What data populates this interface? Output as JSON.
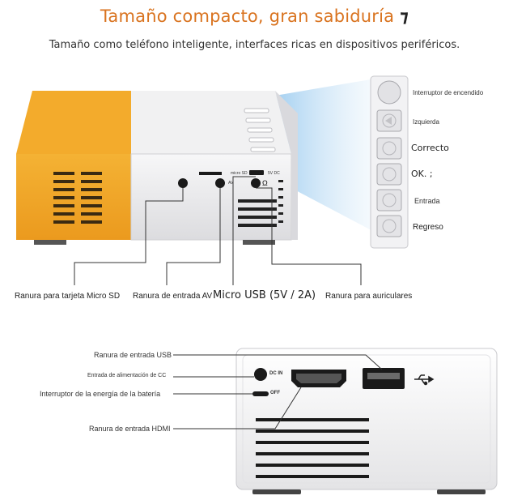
{
  "header": {
    "title": "Tamaño compacto, gran sabiduría",
    "subtitle": "Tamaño como teléfono inteligente, interfaces ricas en dispositivos periféricos."
  },
  "top_view": {
    "port_labels": {
      "micro_sd": "micro SD",
      "av": "AV",
      "dc": "5V DC"
    },
    "callouts": {
      "micro_sd_slot": "Ranura para tarjeta Micro SD",
      "av_input": "Ranura de entrada AV",
      "micro_usb": "Micro USB (5V / 2A)",
      "headphone": "Ranura para auriculares"
    }
  },
  "button_panel": {
    "buttons": [
      {
        "label": "Interruptor de encendido"
      },
      {
        "label": "Izquierda"
      },
      {
        "label": "Correcto"
      },
      {
        "label": "OK. ;"
      },
      {
        "label": "Entrada"
      },
      {
        "label": "Regreso"
      }
    ]
  },
  "rear_view": {
    "port_labels": {
      "dc_in": "DC IN",
      "off": "OFF"
    },
    "callouts": {
      "usb_input": "Ranura de entrada USB",
      "dc_input": "Entrada de alimentación de CC",
      "battery_switch": "Interruptor de la energía de la batería",
      "hdmi_input": "Ranura de entrada HDMI"
    }
  },
  "colors": {
    "title": "#d9731f",
    "projector_yellow": "#f0a52a",
    "projector_body": "#eeeeef",
    "beam": "#cfe6f7"
  }
}
